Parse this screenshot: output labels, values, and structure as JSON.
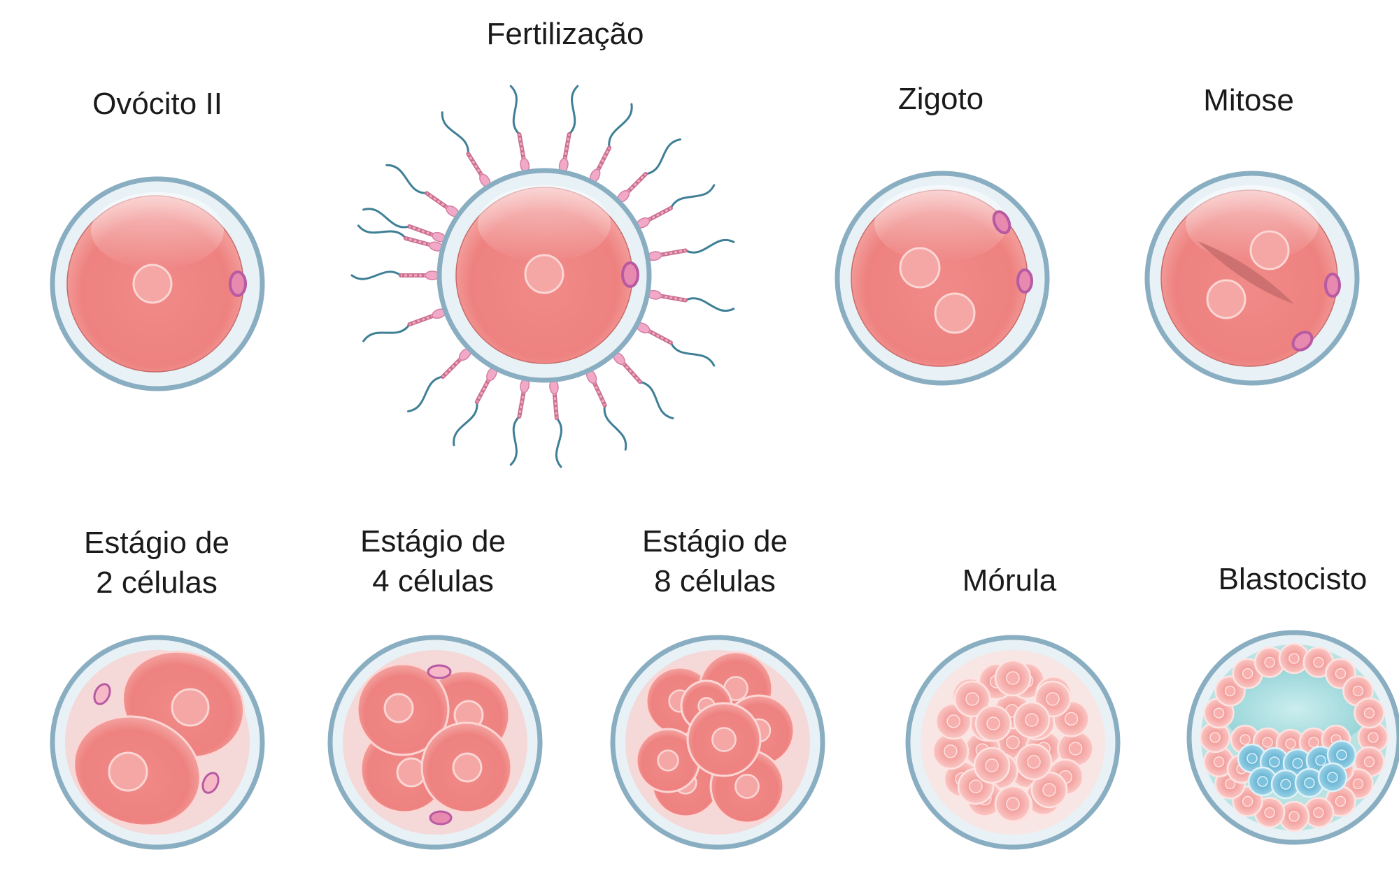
{
  "colors": {
    "zona": "#8aaec1",
    "zona_inner": "#e8f1f6",
    "cell": "#ef8a8a",
    "cell_light": "#fbd6d4",
    "nucleus": "#f7b8b5",
    "polar_body": "#e889b0",
    "polar_ring": "#b85aa2",
    "sperm_tail": "#3f7f96",
    "sperm_head": "#f2a9c7",
    "icm": "#4fa6c9",
    "cavity": "#a9dde0"
  },
  "stages": {
    "oocyte": {
      "label": "Ovócito II"
    },
    "fertilization": {
      "label": "Fertilização"
    },
    "zygote": {
      "label": "Zigoto"
    },
    "mitosis": {
      "label": "Mitose"
    },
    "two_cell": {
      "line1": "Estágio de",
      "line2": "2 células"
    },
    "four_cell": {
      "line1": "Estágio de",
      "line2": "4 células"
    },
    "eight_cell": {
      "line1": "Estágio de",
      "line2": "8 células"
    },
    "morula": {
      "label": "Mórula"
    },
    "blastocyst": {
      "label": "Blastocisto"
    }
  }
}
